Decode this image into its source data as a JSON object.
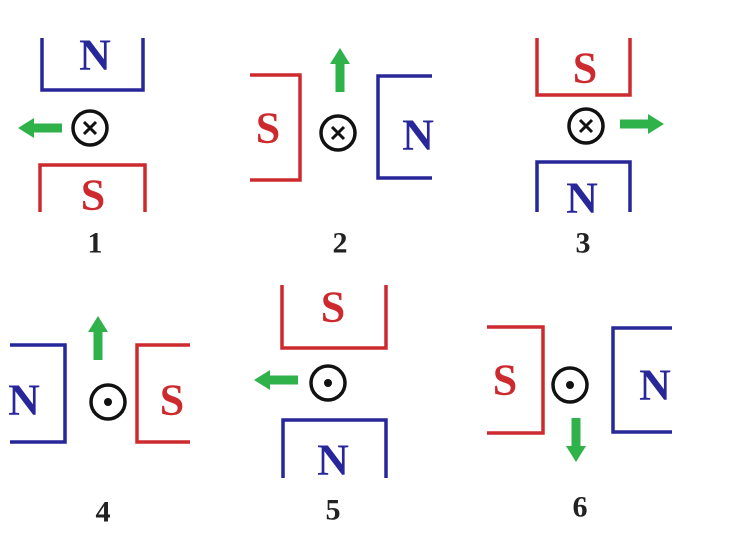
{
  "colors": {
    "north": "#27279a",
    "south": "#cc2a2e",
    "force_arrow": "#2fb24a",
    "conductor": "#111111"
  },
  "panels": [
    {
      "label": "1",
      "magnets": [
        "N",
        "S"
      ],
      "current": "into-page",
      "force": "left"
    },
    {
      "label": "2",
      "magnets": [
        "S",
        "N"
      ],
      "current": "into-page",
      "force": "up"
    },
    {
      "label": "3",
      "magnets": [
        "S",
        "N"
      ],
      "current": "into-page",
      "force": "right"
    },
    {
      "label": "4",
      "magnets": [
        "N",
        "S"
      ],
      "current": "out-of-page",
      "force": "up"
    },
    {
      "label": "5",
      "magnets": [
        "S",
        "N"
      ],
      "current": "out-of-page",
      "force": "left"
    },
    {
      "label": "6",
      "magnets": [
        "S",
        "N"
      ],
      "current": "out-of-page",
      "force": "down"
    }
  ]
}
